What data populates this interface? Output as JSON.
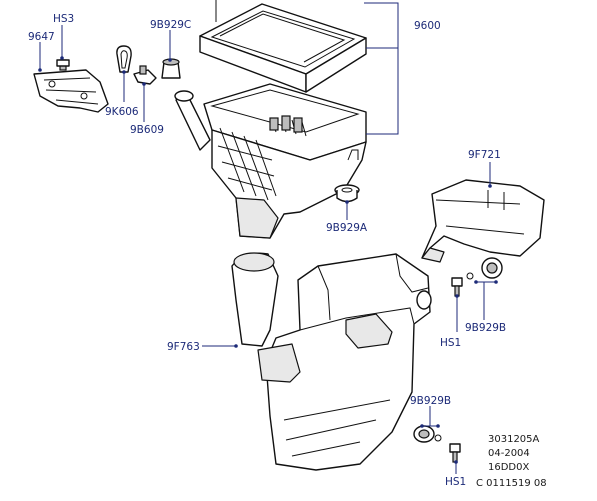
{
  "labels": {
    "hs3": "HS3",
    "p9647": "9647",
    "p9b929c": "9B929C",
    "p9k606": "9K606",
    "p9b609": "9B609",
    "p9600": "9600",
    "p9b929a": "9B929A",
    "p9f721": "9F721",
    "hs1_right": "HS1",
    "p9b929b_right": "9B929B",
    "p9f763": "9F763",
    "p9b929b_bottom": "9B929B",
    "hs1_bottom": "HS1"
  },
  "meta": {
    "line1": "3031205A",
    "line2": "04-2004",
    "line3": "16DD0X",
    "line4": "C 0111519 08"
  }
}
